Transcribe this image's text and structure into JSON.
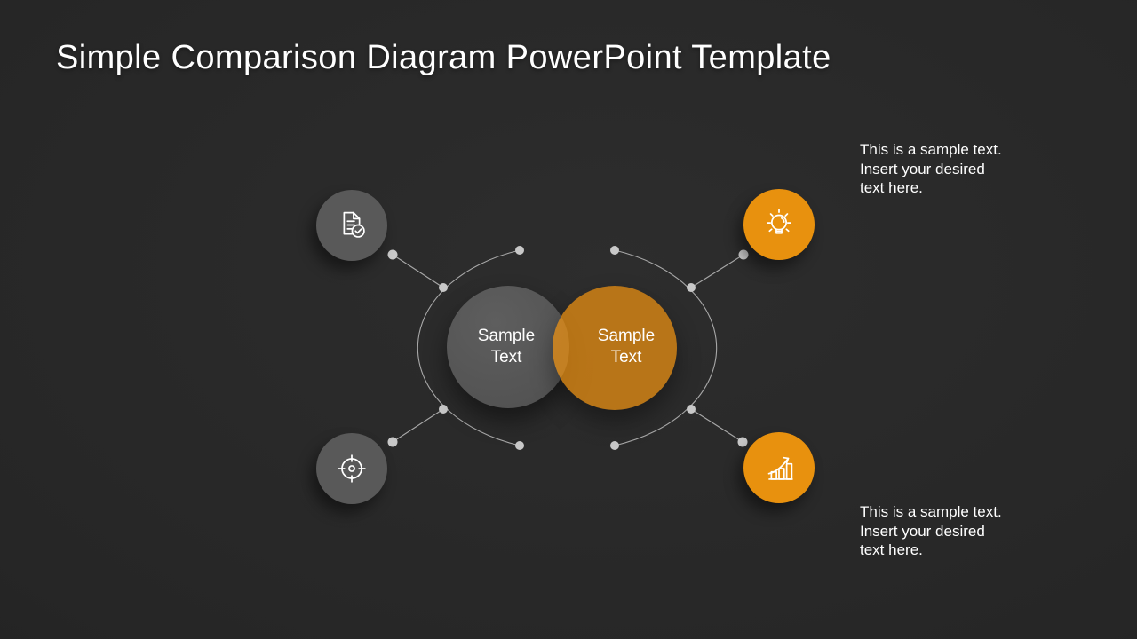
{
  "slide": {
    "title": "Simple Comparison Diagram PowerPoint Template"
  },
  "diagram": {
    "left_circle": {
      "label": "Sample Text",
      "color": "#565656"
    },
    "right_circle": {
      "label": "Sample Text",
      "color": "#E8910E"
    },
    "satellites": [
      {
        "position": "top-left",
        "icon": "document-check-icon",
        "color": "#595959"
      },
      {
        "position": "top-right",
        "icon": "lightbulb-icon",
        "color": "#E8910E"
      },
      {
        "position": "bottom-left",
        "icon": "target-icon",
        "color": "#595959"
      },
      {
        "position": "bottom-right",
        "icon": "growth-chart-icon",
        "color": "#E8910E"
      }
    ]
  },
  "annotations": {
    "top_right": {
      "lines": [
        "This is a sample text.",
        "Insert your desired",
        "text here."
      ]
    },
    "bottom_right": {
      "lines": [
        "This is a sample text.",
        "Insert your desired",
        "text here."
      ]
    }
  },
  "colors": {
    "background": "#262626",
    "accent_orange": "#E8910E",
    "circle_gray": "#595959",
    "connector_line": "#A8A8A8",
    "connector_dot": "#C8C8C8",
    "text": "#FFFFFF"
  }
}
